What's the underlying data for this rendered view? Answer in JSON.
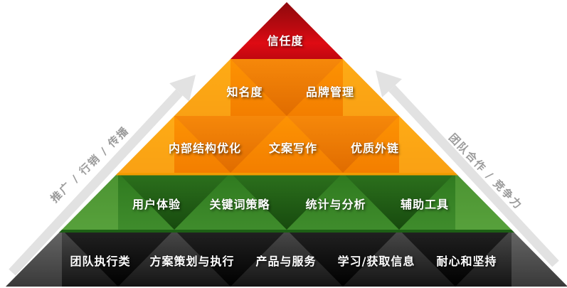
{
  "diagram": {
    "type": "pyramid",
    "levels": [
      {
        "id": 1,
        "color": "#c9080f",
        "labels": [
          "信任度"
        ]
      },
      {
        "id": 2,
        "color": "#f68400",
        "labels": [
          "知名度",
          "品牌管理"
        ]
      },
      {
        "id": 3,
        "color": "#f68400",
        "labels": [
          "内部结构优化",
          "文案写作",
          "优质外链"
        ]
      },
      {
        "id": 4,
        "color": "#2e7a1f",
        "labels": [
          "用户体验",
          "关键词策略",
          "统计与分析",
          "辅助工具"
        ]
      },
      {
        "id": 5,
        "color": "#1a1a1a",
        "labels": [
          "团队执行类",
          "方案策划与执行",
          "产品与服务",
          "学习/获取信息",
          "耐心和坚持"
        ]
      }
    ],
    "separator_colors": {
      "above_green_level": "#f29c02",
      "above_black_level": "#1d5f15"
    }
  },
  "arrows": {
    "left": {
      "label": "推广 / 行销 / 传播",
      "color": "#e2e2e2"
    },
    "right": {
      "label": "团队合作 / 竞争力",
      "color": "#e2e2e2"
    }
  }
}
